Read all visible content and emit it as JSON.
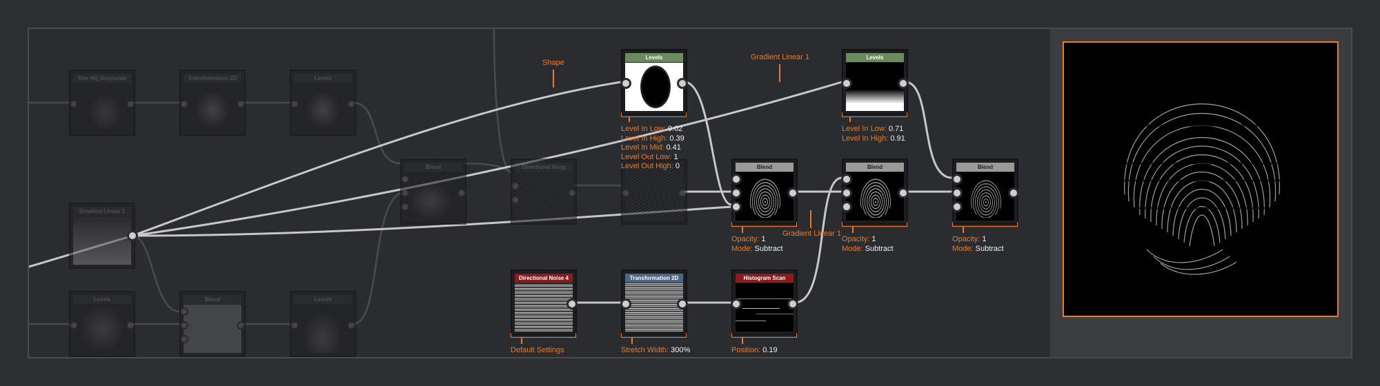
{
  "colors": {
    "accent": "#f07a1e",
    "wire": "#c8c8c8",
    "wire_dim": "#4a4b4f",
    "canvas": "#2b2c30"
  },
  "graph": {
    "inactive_nodes": {
      "star_hq": "Star HQ Greyscale",
      "transformation_2d_a": "Transformation 2D",
      "levels_top": "Levels",
      "gradient_linear": "Gradient Linear 1",
      "levels_bottom_a": "Levels",
      "blend_bottom": "Blend",
      "levels_bottom_b": "Levels",
      "blend_mid": "Blend",
      "directional_warp": "Directional Warp"
    },
    "nodes": {
      "levels_shape": {
        "title": "Levels"
      },
      "levels_gradient": {
        "title": "Levels"
      },
      "blend_1": {
        "title": "Blend"
      },
      "blend_2": {
        "title": "Blend"
      },
      "blend_3": {
        "title": "Blend"
      },
      "directional_noise": {
        "title": "Directional Noise 4"
      },
      "transformation_2d": {
        "title": "Transformation 2D"
      },
      "histogram_scan": {
        "title": "Histogram Scan"
      }
    },
    "annotations": {
      "shape_label": "Shape",
      "gradient_label_top": "Gradient Linear 1",
      "gradient_label_mid": "Gradient Linear 1",
      "levels_shape": [
        {
          "label": "Level In Low:",
          "value": "0.02"
        },
        {
          "label": "Level In High:",
          "value": "0.39"
        },
        {
          "label": "Level In Mid:",
          "value": "0.41"
        },
        {
          "label": "Level Out Low:",
          "value": "1"
        },
        {
          "label": "Level Out High:",
          "value": "0"
        }
      ],
      "levels_gradient": [
        {
          "label": "Level In Low:",
          "value": "0.71"
        },
        {
          "label": "Level In High:",
          "value": "0.91"
        }
      ],
      "blend_1": [
        {
          "label": "Opacity:",
          "value": "1"
        },
        {
          "label": "Mode:",
          "value": "Subtract"
        }
      ],
      "blend_2": [
        {
          "label": "Opacity:",
          "value": "1"
        },
        {
          "label": "Mode:",
          "value": "Subtract"
        }
      ],
      "blend_3": [
        {
          "label": "Opacity:",
          "value": "1"
        },
        {
          "label": "Mode:",
          "value": "Subtract"
        }
      ],
      "directional_noise": "Default Settings",
      "transformation_2d": [
        {
          "label": "Stretch Width:",
          "value": "300%"
        }
      ],
      "histogram_scan": [
        {
          "label": "Position:",
          "value": "0.19"
        }
      ]
    }
  }
}
